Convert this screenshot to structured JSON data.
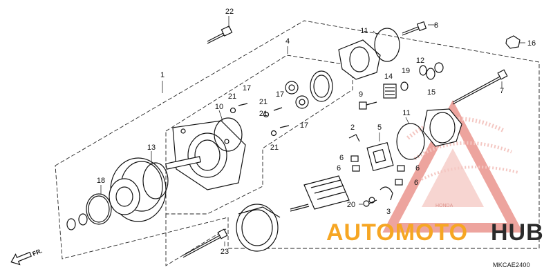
{
  "diagram": {
    "code": "MKCAE2400",
    "direction_label": "FR.",
    "callouts": [
      "1",
      "2",
      "3",
      "4",
      "5",
      "6",
      "6",
      "6",
      "6",
      "7",
      "8",
      "9",
      "10",
      "11",
      "11",
      "12",
      "13",
      "14",
      "15",
      "16",
      "17",
      "17",
      "17",
      "18",
      "19",
      "20",
      "21",
      "21",
      "21",
      "21",
      "22",
      "23"
    ]
  },
  "watermark": {
    "brand_part1": "AUTOMOTO",
    "brand_part2": "HUB",
    "logo_text": "HONDA",
    "color_primary": "#f6a623",
    "color_secondary": "#2b2b2b",
    "color_logo": "#d9382e"
  }
}
